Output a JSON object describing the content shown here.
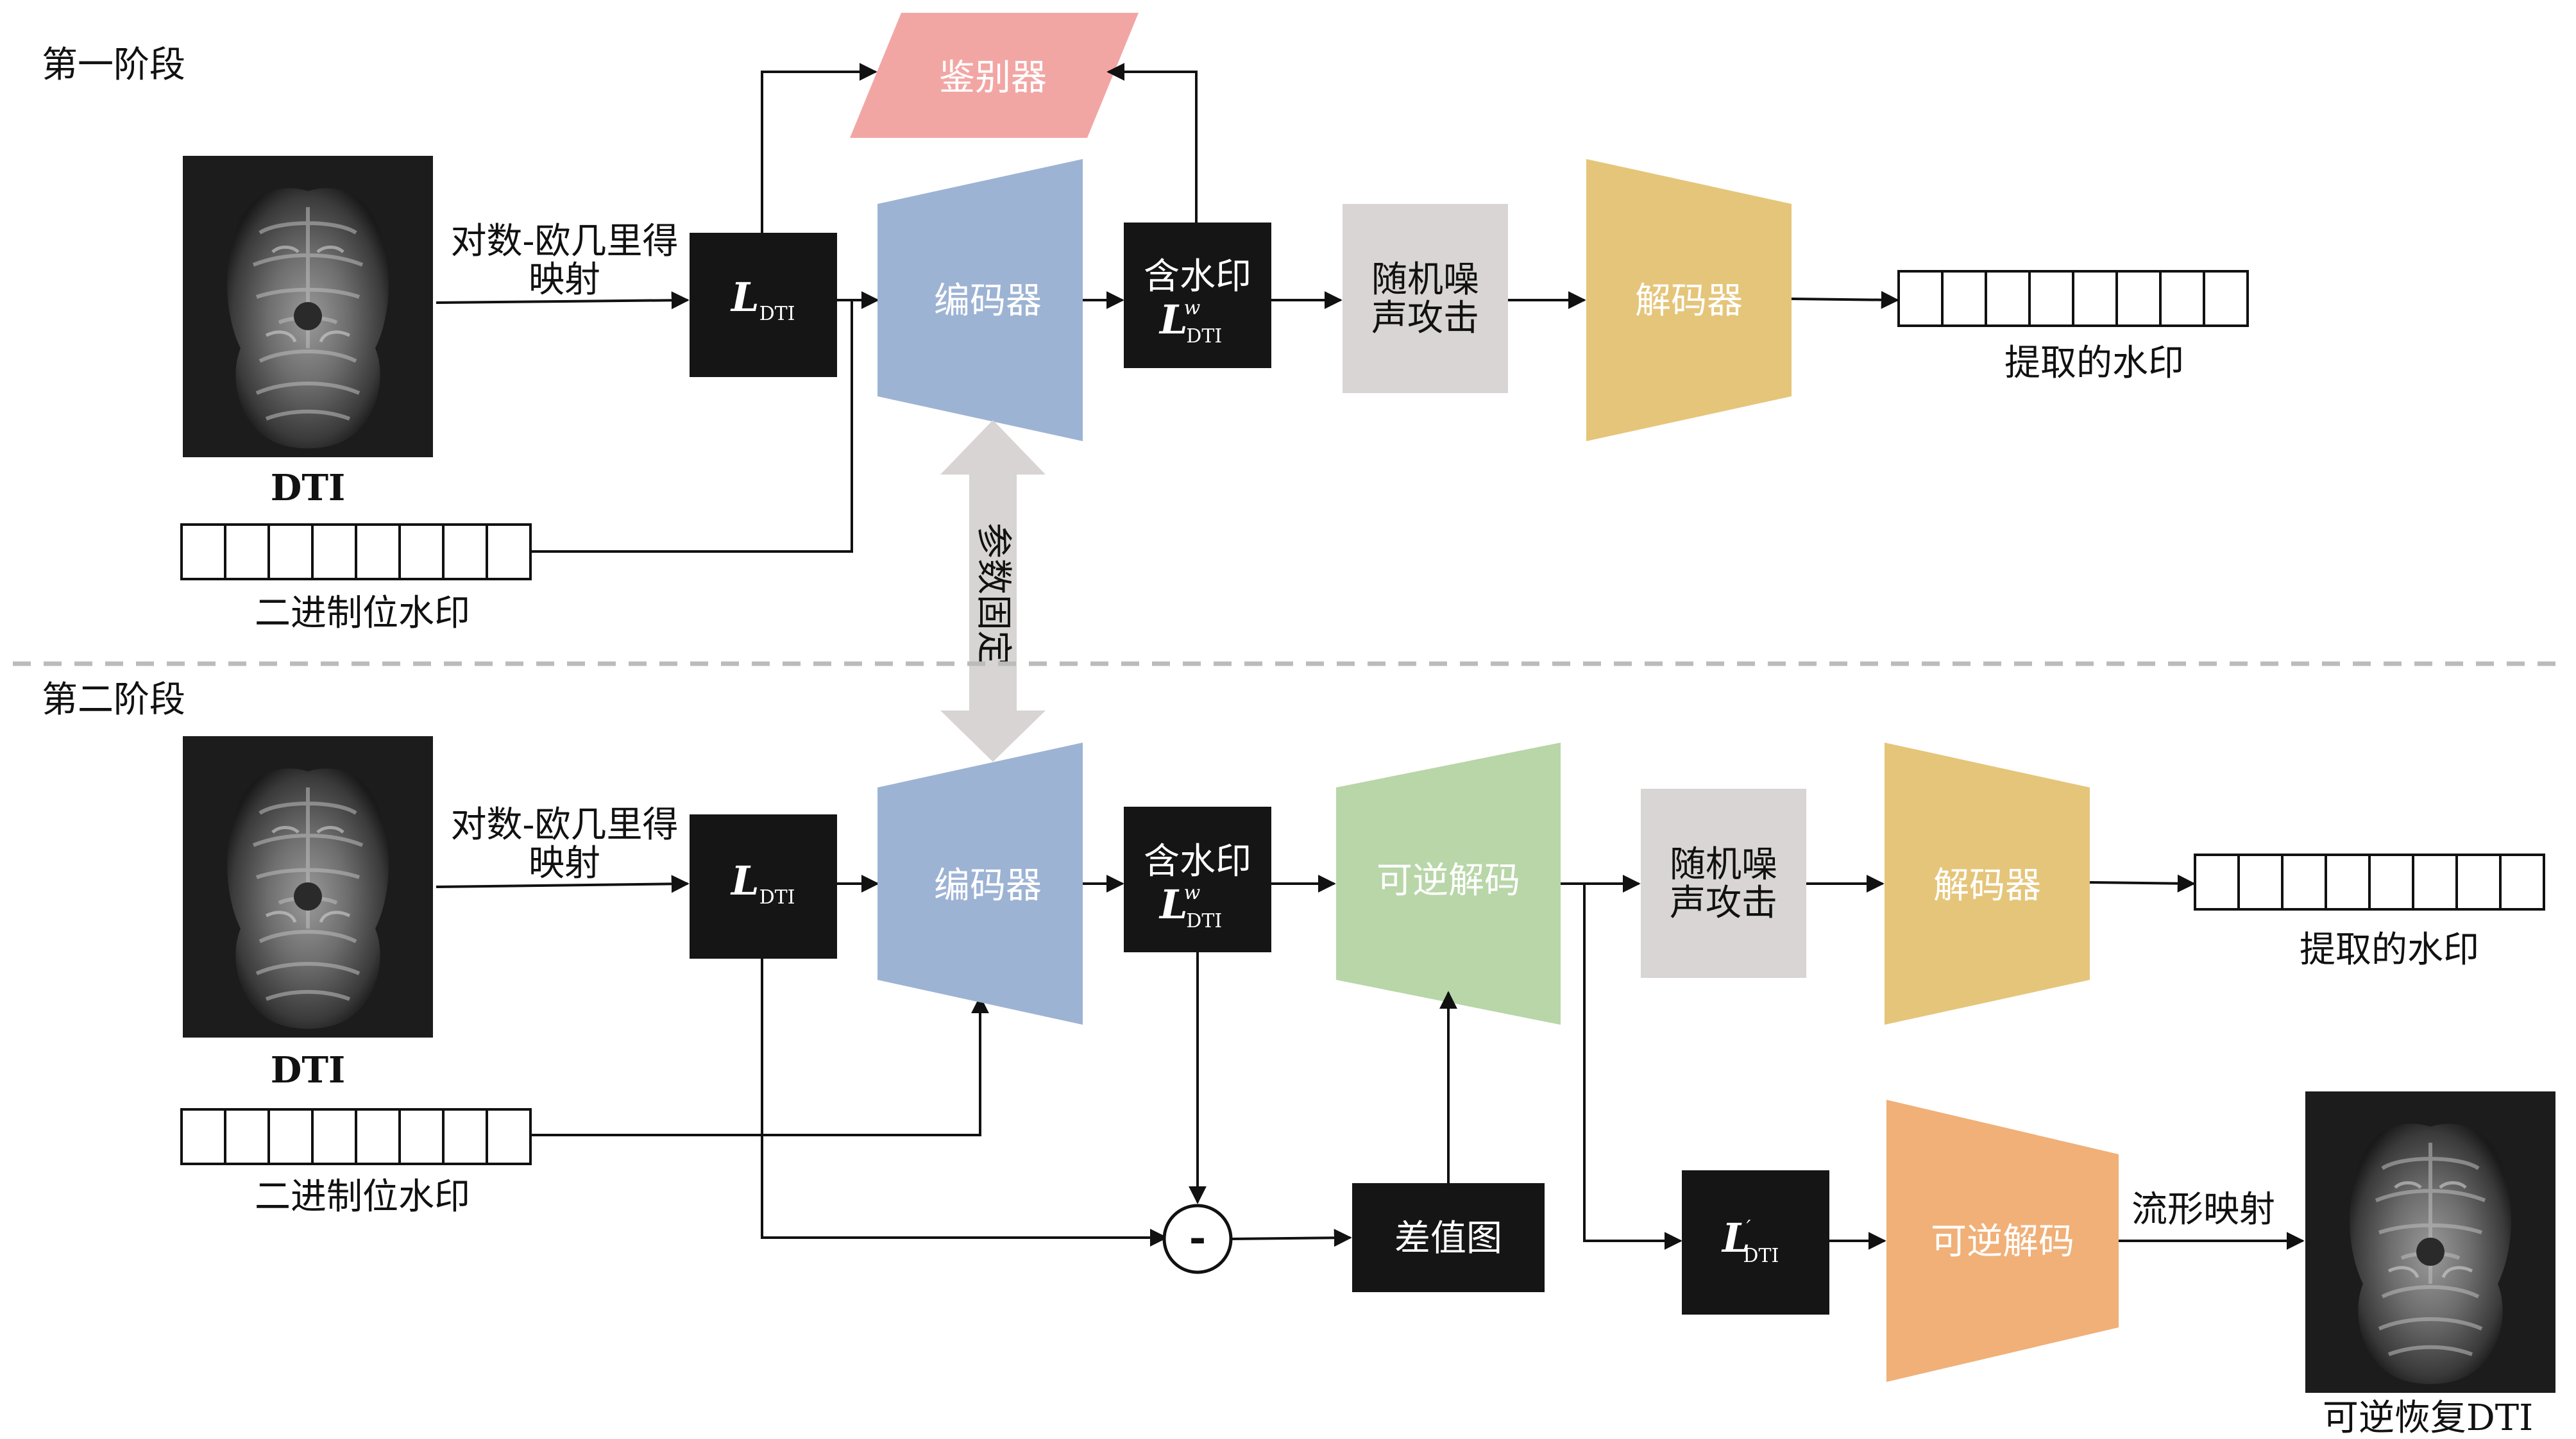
{
  "stages": {
    "stage1": "第一阶段",
    "stage2": "第二阶段"
  },
  "labels": {
    "log_euclid_line1": "对数-欧几里得",
    "log_euclid_line2": "映射",
    "dti": "DTI",
    "binary_watermark": "二进制位水印",
    "discriminator": "鉴别器",
    "encoder": "编码器",
    "watermarked_line1": "含水印",
    "noise_line1": "随机噪",
    "noise_line2": "声攻击",
    "decoder": "解码器",
    "extracted_watermark": "提取的水印",
    "param_fixed": "参数固定",
    "invertible_decoding": "可逆解码",
    "diff_map": "差值图",
    "minus": "-",
    "manifold_mapping": "流形映射",
    "recovered_dti": "可逆恢复DTI"
  },
  "symbols": {
    "L": "L",
    "sub_dti": "DTI",
    "sup_w": "w",
    "prime": "′"
  },
  "colors": {
    "discriminator": "#f2a6a4",
    "encoder": "#9db3d4",
    "decoder": "#e5c57a",
    "noise": "#d9d5d4",
    "invertible_green": "#b8d6a8",
    "invertible_orange": "#f0b078",
    "black_box": "#151515",
    "fixed_arrow": "#d8d4d3",
    "dashed_separator": "#bbbbbb"
  },
  "icons": {
    "brain_image": "brain-mri-icon"
  }
}
